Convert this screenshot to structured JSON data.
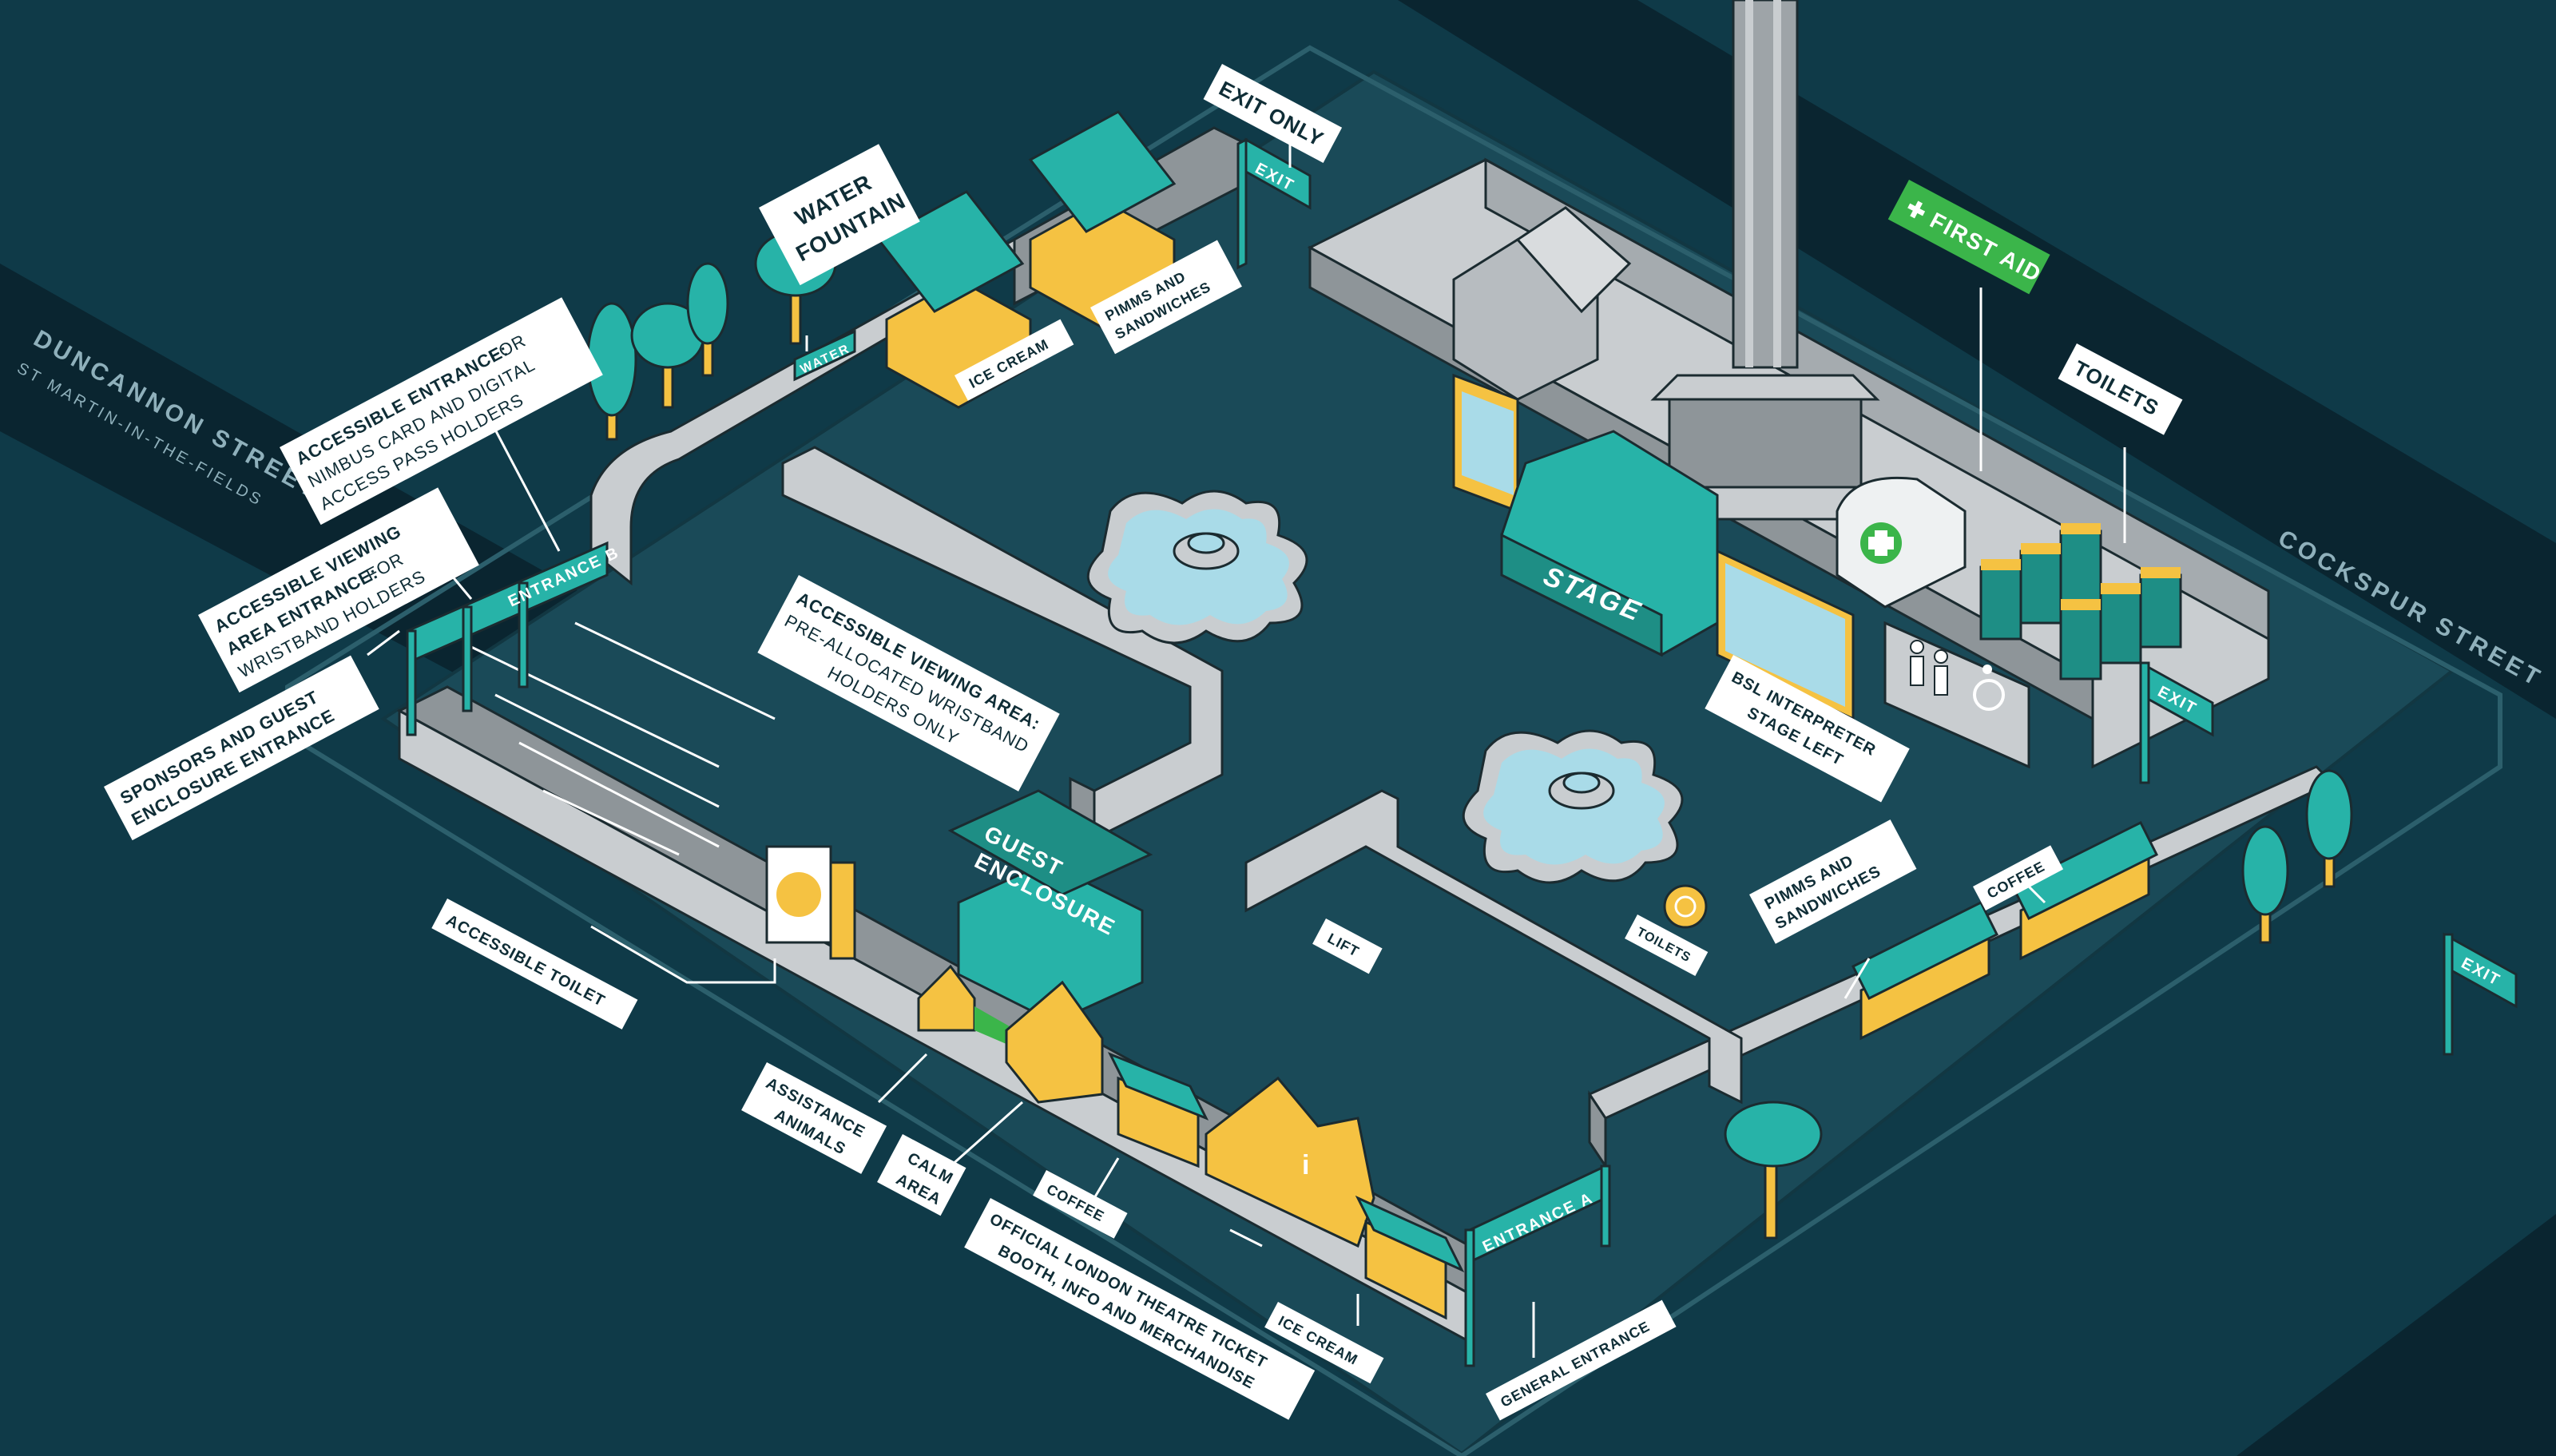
{
  "streets": {
    "duncannon": "DUNCANNON STREET",
    "st_martin": "ST MARTIN-IN-THE-FIELDS",
    "cockspur": "COCKSPUR STREET"
  },
  "signs": {
    "exit": "EXIT",
    "entrance_a": "ENTRANCE A",
    "entrance_b": "ENTRANCE B",
    "water": "WATER",
    "stage": "STAGE",
    "guest_enclosure_1": "GUEST",
    "guest_enclosure_2": "ENCLOSURE"
  },
  "labels": {
    "exit_only": "EXIT ONLY",
    "water_fountain_1": "WATER",
    "water_fountain_2": "FOUNTAIN",
    "first_aid": "FIRST AID",
    "toilets_main": "TOILETS",
    "ice_cream_top": "ICE CREAM",
    "pimms_top_1": "PIMMS AND",
    "pimms_top_2": "SANDWICHES",
    "accessible_entrance_title": "ACCESSIBLE ENTRANCE:",
    "accessible_entrance_1": "FOR",
    "accessible_entrance_2": "NIMBUS CARD AND DIGITAL",
    "accessible_entrance_3": "ACCESS PASS HOLDERS",
    "accessible_viewing_entrance_1": "ACCESSIBLE VIEWING",
    "accessible_viewing_entrance_2": "AREA ENTRANCE:",
    "accessible_viewing_entrance_3": "FOR",
    "accessible_viewing_entrance_4": "WRISTBAND HOLDERS",
    "sponsors_1": "SPONSORS AND GUEST",
    "sponsors_2": "ENCLOSURE ENTRANCE",
    "accessible_viewing_area_1": "ACCESSIBLE VIEWING AREA:",
    "accessible_viewing_area_2": "PRE-ALLOCATED WRISTBAND",
    "accessible_viewing_area_3": "HOLDERS ONLY",
    "bsl_1": "BSL INTERPRETER",
    "bsl_2": "STAGE LEFT",
    "accessible_toilet": "ACCESSIBLE TOILET",
    "lift": "LIFT",
    "toilets_small": "TOILETS",
    "pimms_right_1": "PIMMS AND",
    "pimms_right_2": "SANDWICHES",
    "coffee_right": "COFFEE",
    "assistance_1": "ASSISTANCE",
    "assistance_2": "ANIMALS",
    "calm_1": "CALM",
    "calm_2": "AREA",
    "coffee_bottom": "COFFEE",
    "official_1": "OFFICIAL LONDON THEATRE TICKET",
    "official_2": "BOOTH, INFO AND MERCHANDISE",
    "ice_cream_bottom": "ICE CREAM",
    "general_entrance": "GENERAL ENTRANCE"
  },
  "colors": {
    "background": "#0f3a48",
    "plaza": "#1a4a58",
    "road": "#0a2530",
    "teal": "#27b3a8",
    "yellow": "#f5c242",
    "green": "#3bb54a",
    "water": "#a9dbe8",
    "wall": "#c9cdd0"
  },
  "icons": [
    "first-aid-cross-icon",
    "wheelchair-icon",
    "toilet-people-icon",
    "info-icon",
    "tree-icon",
    "fountain-icon",
    "nelsons-column-icon"
  ]
}
